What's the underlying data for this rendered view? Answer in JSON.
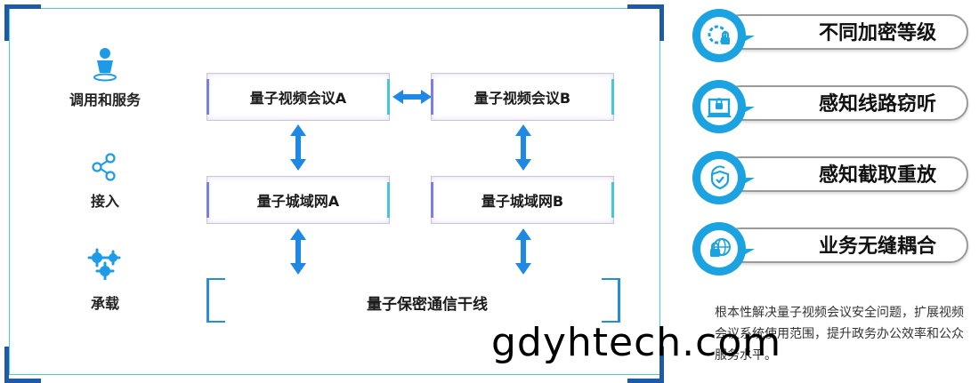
{
  "layers": [
    {
      "label": "调用和服务",
      "icon": "user-icon"
    },
    {
      "label": "接入",
      "icon": "share-icon"
    },
    {
      "label": "承载",
      "icon": "gears-icon"
    }
  ],
  "nodes": {
    "conf_a": "量子视频会议A",
    "conf_b": "量子视频会议B",
    "metro_a": "量子城域网A",
    "metro_b": "量子城域网B"
  },
  "trunk": "量子保密通信干线",
  "features": [
    {
      "label": "不同加密等级",
      "icon": "gear-lock-icon"
    },
    {
      "label": "感知线路窃听",
      "icon": "map-lock-icon"
    },
    {
      "label": "感知截取重放",
      "icon": "shield-check-icon"
    },
    {
      "label": "业务无缝耦合",
      "icon": "globe-lock-icon"
    }
  ],
  "description": "根本性解决量子视频会议安全问题，扩展视频会议系统使用范围，提升政务办公效率和公众服务水平。",
  "watermark": "gdyhtech.com",
  "colors": {
    "accent": "#1e88e5",
    "pin": "#1aa3e0",
    "frame": "#3fd3e0",
    "corner": "#1e5aa8"
  }
}
